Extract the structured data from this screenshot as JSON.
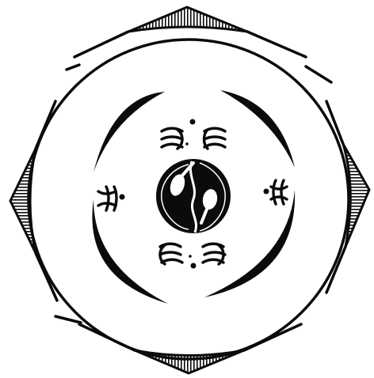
{
  "diagram": {
    "subject": "floral-diagram",
    "ink_color": "#0b0b0b",
    "paper_color": "#ffffff",
    "outer_whorl": {
      "bracts": 4,
      "style": "hatched"
    },
    "perianth_whorl": {
      "segments": 4
    },
    "stamen_groups": {
      "count": 6
    },
    "dots": {
      "count": 6
    },
    "ovary": {
      "locules": 2,
      "ovules_per_locule": 1
    }
  }
}
